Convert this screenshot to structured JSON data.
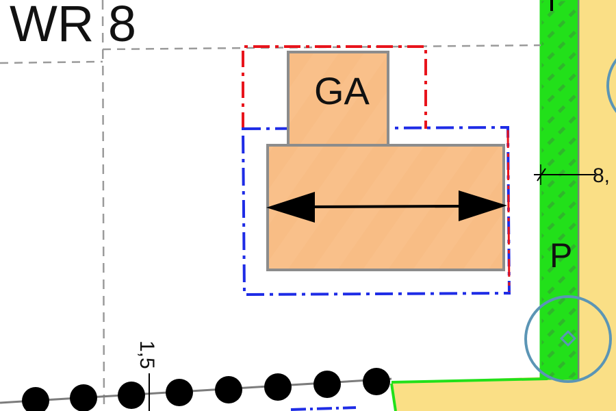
{
  "map": {
    "zone_label": "WR 8",
    "garage_label": "GA",
    "parking_label": "P",
    "dimension_right": "8,",
    "dimension_bottom": "1,5"
  },
  "colors": {
    "building_fill": "#F8BD85",
    "building_stroke": "#8C8C8C",
    "garage_envelope": "#E8141C",
    "building_envelope": "#1E2CE6",
    "green_strip": "#22E01A",
    "green_hatch": "#2FB62B",
    "street_fill": "#FADF86",
    "tree_circle": "#5B95B5",
    "boundary_dash": "#9A9A9A",
    "dots": "#000000"
  },
  "symbols": [
    "ridge-direction-arrow",
    "tree-icon",
    "boundary-dot-row"
  ]
}
